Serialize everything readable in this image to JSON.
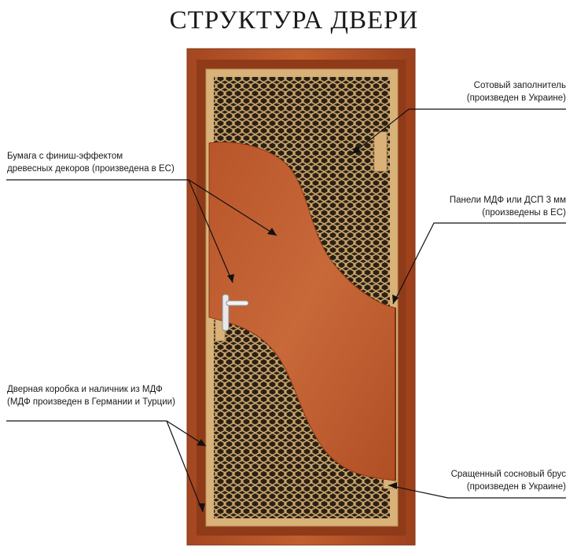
{
  "title": "СТРУКТУРА ДВЕРИ",
  "callouts": {
    "honeycomb": {
      "line1": "Сотовый заполнитель",
      "line2": "(произведен в Украине)"
    },
    "paper": {
      "line1": "Бумага с финиш-эффектом",
      "line2": "древесных декоров (произведена в ЕС)"
    },
    "panels": {
      "line1": "Панели МДФ или ДСП 3 мм",
      "line2": "(произведены в ЕС)"
    },
    "frame": {
      "line1": "Дверная коробка и наличник из МДФ",
      "line2": "(МДФ произведен в Германии и Турции)"
    },
    "beam": {
      "line1": "Сращенный сосновый брус",
      "line2": "(произведен в Украине)"
    }
  },
  "colors": {
    "frame": "#b5532a",
    "veneer": "#c0622f",
    "pine": "#d9b27a",
    "honeycomb_bg": "#2a2016",
    "honeycomb_cell": "#c9a46a",
    "leader": "#111111"
  },
  "icons": {
    "handle": "door-handle-icon"
  }
}
